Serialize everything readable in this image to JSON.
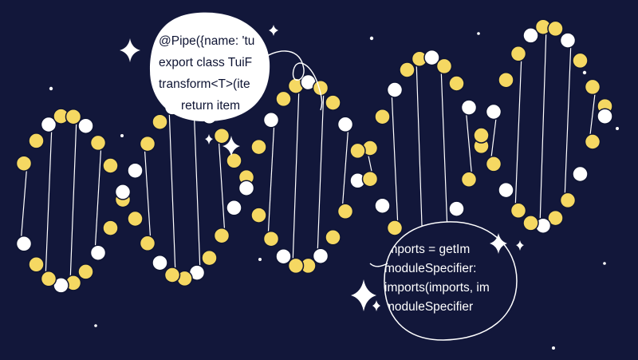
{
  "illustration": {
    "colors": {
      "background": "#12173a",
      "bead_yellow": "#f5d862",
      "bead_white": "#ffffff",
      "bubble_fill": "#ffffff",
      "code_text": "#0e1433",
      "outline": "#0e1433",
      "rung": "#ffffff"
    },
    "top_bubble": {
      "lines": [
        "@Pipe({name: 'tu",
        "export class TuiF",
        "transform<T>(ite",
        "return item"
      ]
    },
    "bottom_bubble": {
      "lines": [
        "imports = getIm",
        "moduleSpecifier:",
        "imports(imports, im",
        "moduleSpecifier"
      ]
    },
    "icons": [
      "sparkle-icon",
      "star-dot-icon"
    ]
  }
}
